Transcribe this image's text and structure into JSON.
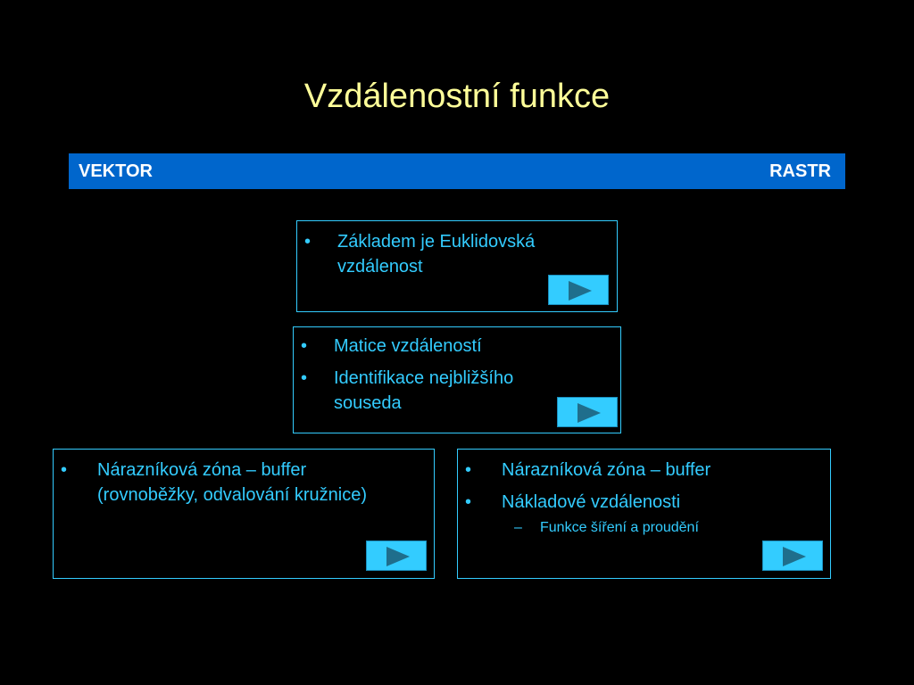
{
  "title": "Vzdálenostní funkce",
  "header": {
    "left": "VEKTOR",
    "right": "RASTR"
  },
  "box1": {
    "items": [
      "Základem je Euklidovská vzdálenost"
    ]
  },
  "box2": {
    "items": [
      "Matice vzdáleností",
      "Identifikace nejbližšího souseda"
    ]
  },
  "box3": {
    "items": [
      "Nárazníková zóna – buffer (rovnoběžky, odvalování kružnice)"
    ]
  },
  "box4": {
    "items": [
      "Nárazníková zóna – buffer",
      "Nákladové vzdálenosti"
    ],
    "subitems": [
      "Funkce šíření a proudění"
    ]
  },
  "colors": {
    "background": "#000000",
    "title": "#ffff99",
    "text": "#33ccff",
    "bar": "#0066cc",
    "button": "#33ccff",
    "arrow": "#1f6e8c"
  },
  "icons": {
    "next_button": "play-arrow-icon"
  }
}
